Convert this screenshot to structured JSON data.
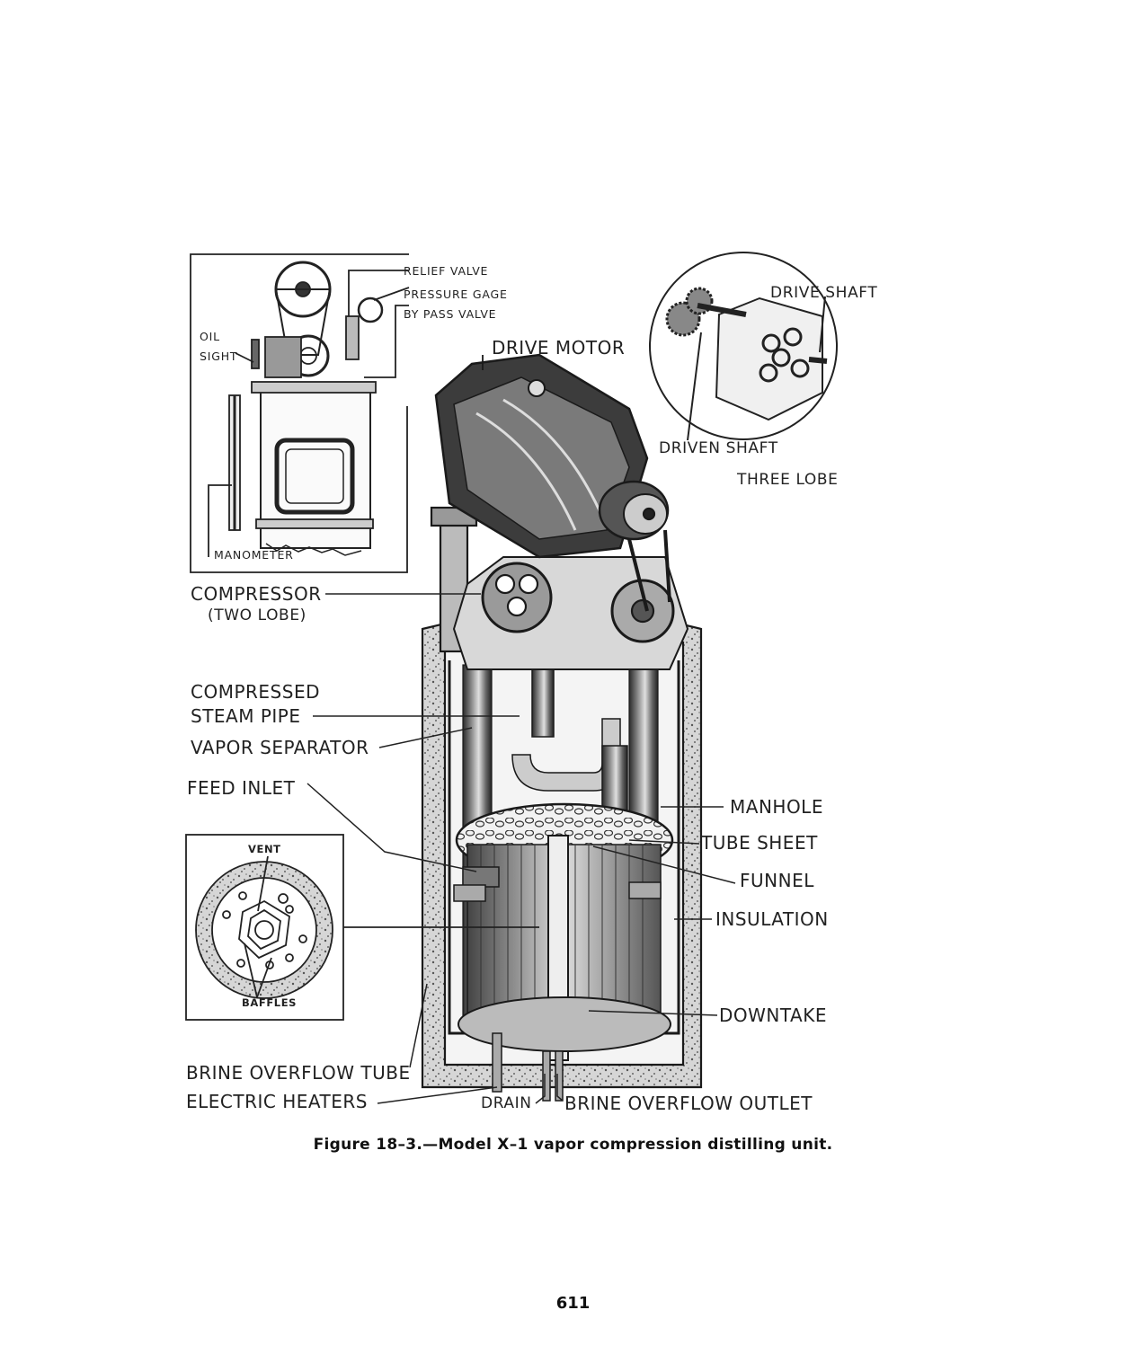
{
  "labels": {
    "relief_valve": "RELIEF VALVE",
    "pressure_gage": "PRESSURE GAGE",
    "by_pass_valve": "BY PASS VALVE",
    "oil": "OIL",
    "sight": "SIGHT",
    "manometer": "MANOMETER",
    "drive_motor": "DRIVE MOTOR",
    "drive_shaft": "DRIVE SHAFT",
    "driven_shaft": "DRIVEN SHAFT",
    "three_lobe": "THREE LOBE",
    "compressor": "COMPRESSOR",
    "two_lobe": "(TWO LOBE)",
    "compressed": "COMPRESSED",
    "steam_pipe": "STEAM PIPE",
    "vapor_separator": "VAPOR SEPARATOR",
    "feed_inlet": "FEED INLET",
    "vent": "VENT",
    "baffles": "BAFFLES",
    "manhole": "MANHOLE",
    "tube_sheet": "TUBE SHEET",
    "funnel": "FUNNEL",
    "insulation": "INSULATION",
    "downtake": "DOWNTAKE",
    "brine_overflow_tube": "BRINE OVERFLOW TUBE",
    "electric_heaters": "ELECTRIC HEATERS",
    "drain": "DRAIN",
    "brine_overflow_outlet": "BRINE OVERFLOW OUTLET"
  },
  "caption": "Figure 18–3.—Model X–1 vapor compression distilling unit.",
  "page_number": "611"
}
